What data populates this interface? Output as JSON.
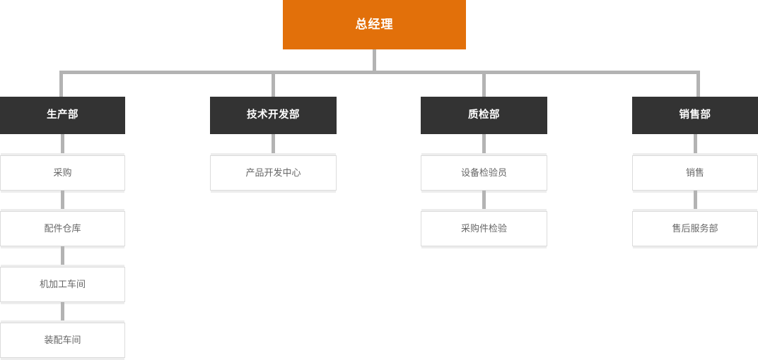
{
  "chart_title": "",
  "colors": {
    "root_box": "#e2700a",
    "dept_box": "#333333",
    "leaf_box_bg": "#ffffff",
    "leaf_box_border": "#dcdcdc",
    "connector": "#b3b3b3",
    "root_text": "#ffffff",
    "dept_text": "#ffffff",
    "leaf_text": "#666666",
    "page_background": "#ffffff"
  },
  "org": {
    "root": {
      "label": "总经理"
    },
    "departments": [
      {
        "label": "生产部",
        "children": [
          {
            "label": "采购"
          },
          {
            "label": "配件仓库"
          },
          {
            "label": "机加工车间"
          },
          {
            "label": "装配车间"
          }
        ]
      },
      {
        "label": "技术开发部",
        "children": [
          {
            "label": "产品开发中心"
          }
        ]
      },
      {
        "label": "质检部",
        "children": [
          {
            "label": "设备检验员"
          },
          {
            "label": "采购件检验"
          }
        ]
      },
      {
        "label": "销售部",
        "children": [
          {
            "label": "销售"
          },
          {
            "label": "售后服务部"
          }
        ]
      }
    ]
  }
}
